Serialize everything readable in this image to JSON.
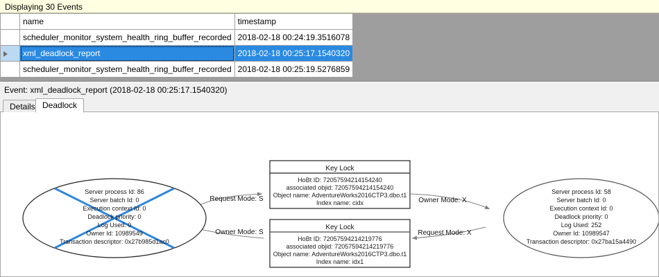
{
  "banner": {
    "text": "Displaying 30 Events"
  },
  "grid": {
    "columns": [
      "",
      "name",
      "timestamp"
    ],
    "rows": [
      {
        "marker": "",
        "name": "scheduler_monitor_system_health_ring_buffer_recorded",
        "timestamp": "2018-02-18 00:24:19.3516078",
        "selected": false
      },
      {
        "marker": "▶",
        "name": "xml_deadlock_report",
        "timestamp": "2018-02-18 00:25:17.1540320",
        "selected": true
      },
      {
        "marker": "",
        "name": "scheduler_monitor_system_health_ring_buffer_recorded",
        "timestamp": "2018-02-18 00:25:19.5276859",
        "selected": false
      }
    ]
  },
  "event_header": {
    "text": "Event: xml_deadlock_report (2018-02-18 00:25:17.1540320)"
  },
  "tabs": [
    {
      "label": "Details",
      "active": false
    },
    {
      "label": "Deadlock",
      "active": true
    }
  ],
  "deadlock": {
    "victim_process": {
      "lines": [
        "Server process Id: 86",
        "Server batch Id: 0",
        "Execution context Id: 0",
        "Deadlock priority: 0",
        "Log Used: 0",
        "Owner Id: 10989549",
        "Transaction descriptor: 0x27b985d1ac0"
      ]
    },
    "survivor_process": {
      "lines": [
        "Server process Id: 58",
        "Server batch Id: 0",
        "Execution context Id: 0",
        "Deadlock priority: 0",
        "Log Used: 252",
        "Owner Id: 10989547",
        "Transaction descriptor: 0x27ba15a4490"
      ]
    },
    "resource_top": {
      "title": "Key Lock",
      "lines": [
        "HoBt ID: 72057594214154240",
        "associated objid: 72057594214154240",
        "Object name: AdventureWorks2016CTP3.dbo.t1",
        "Index name: cidx"
      ]
    },
    "resource_bottom": {
      "title": "Key Lock",
      "lines": [
        "HoBt ID: 72057594214219776",
        "associated objid: 72057594214219776",
        "Object name: AdventureWorks2016CTP3.dbo.t1",
        "Index name: idx1"
      ]
    },
    "edges": {
      "victim_request_top": "Request Mode: S",
      "victim_owner_bottom": "Owner Mode: S",
      "survivor_owner_top": "Owner Mode: X",
      "survivor_request_bottom": "Request Mode: X"
    },
    "colors": {
      "victim_cross": "#2E86DE",
      "node_stroke": "#222222",
      "edge_stroke": "#808080",
      "selection": "#2A8AE2",
      "banner_bg": "#FFFFE1"
    }
  }
}
